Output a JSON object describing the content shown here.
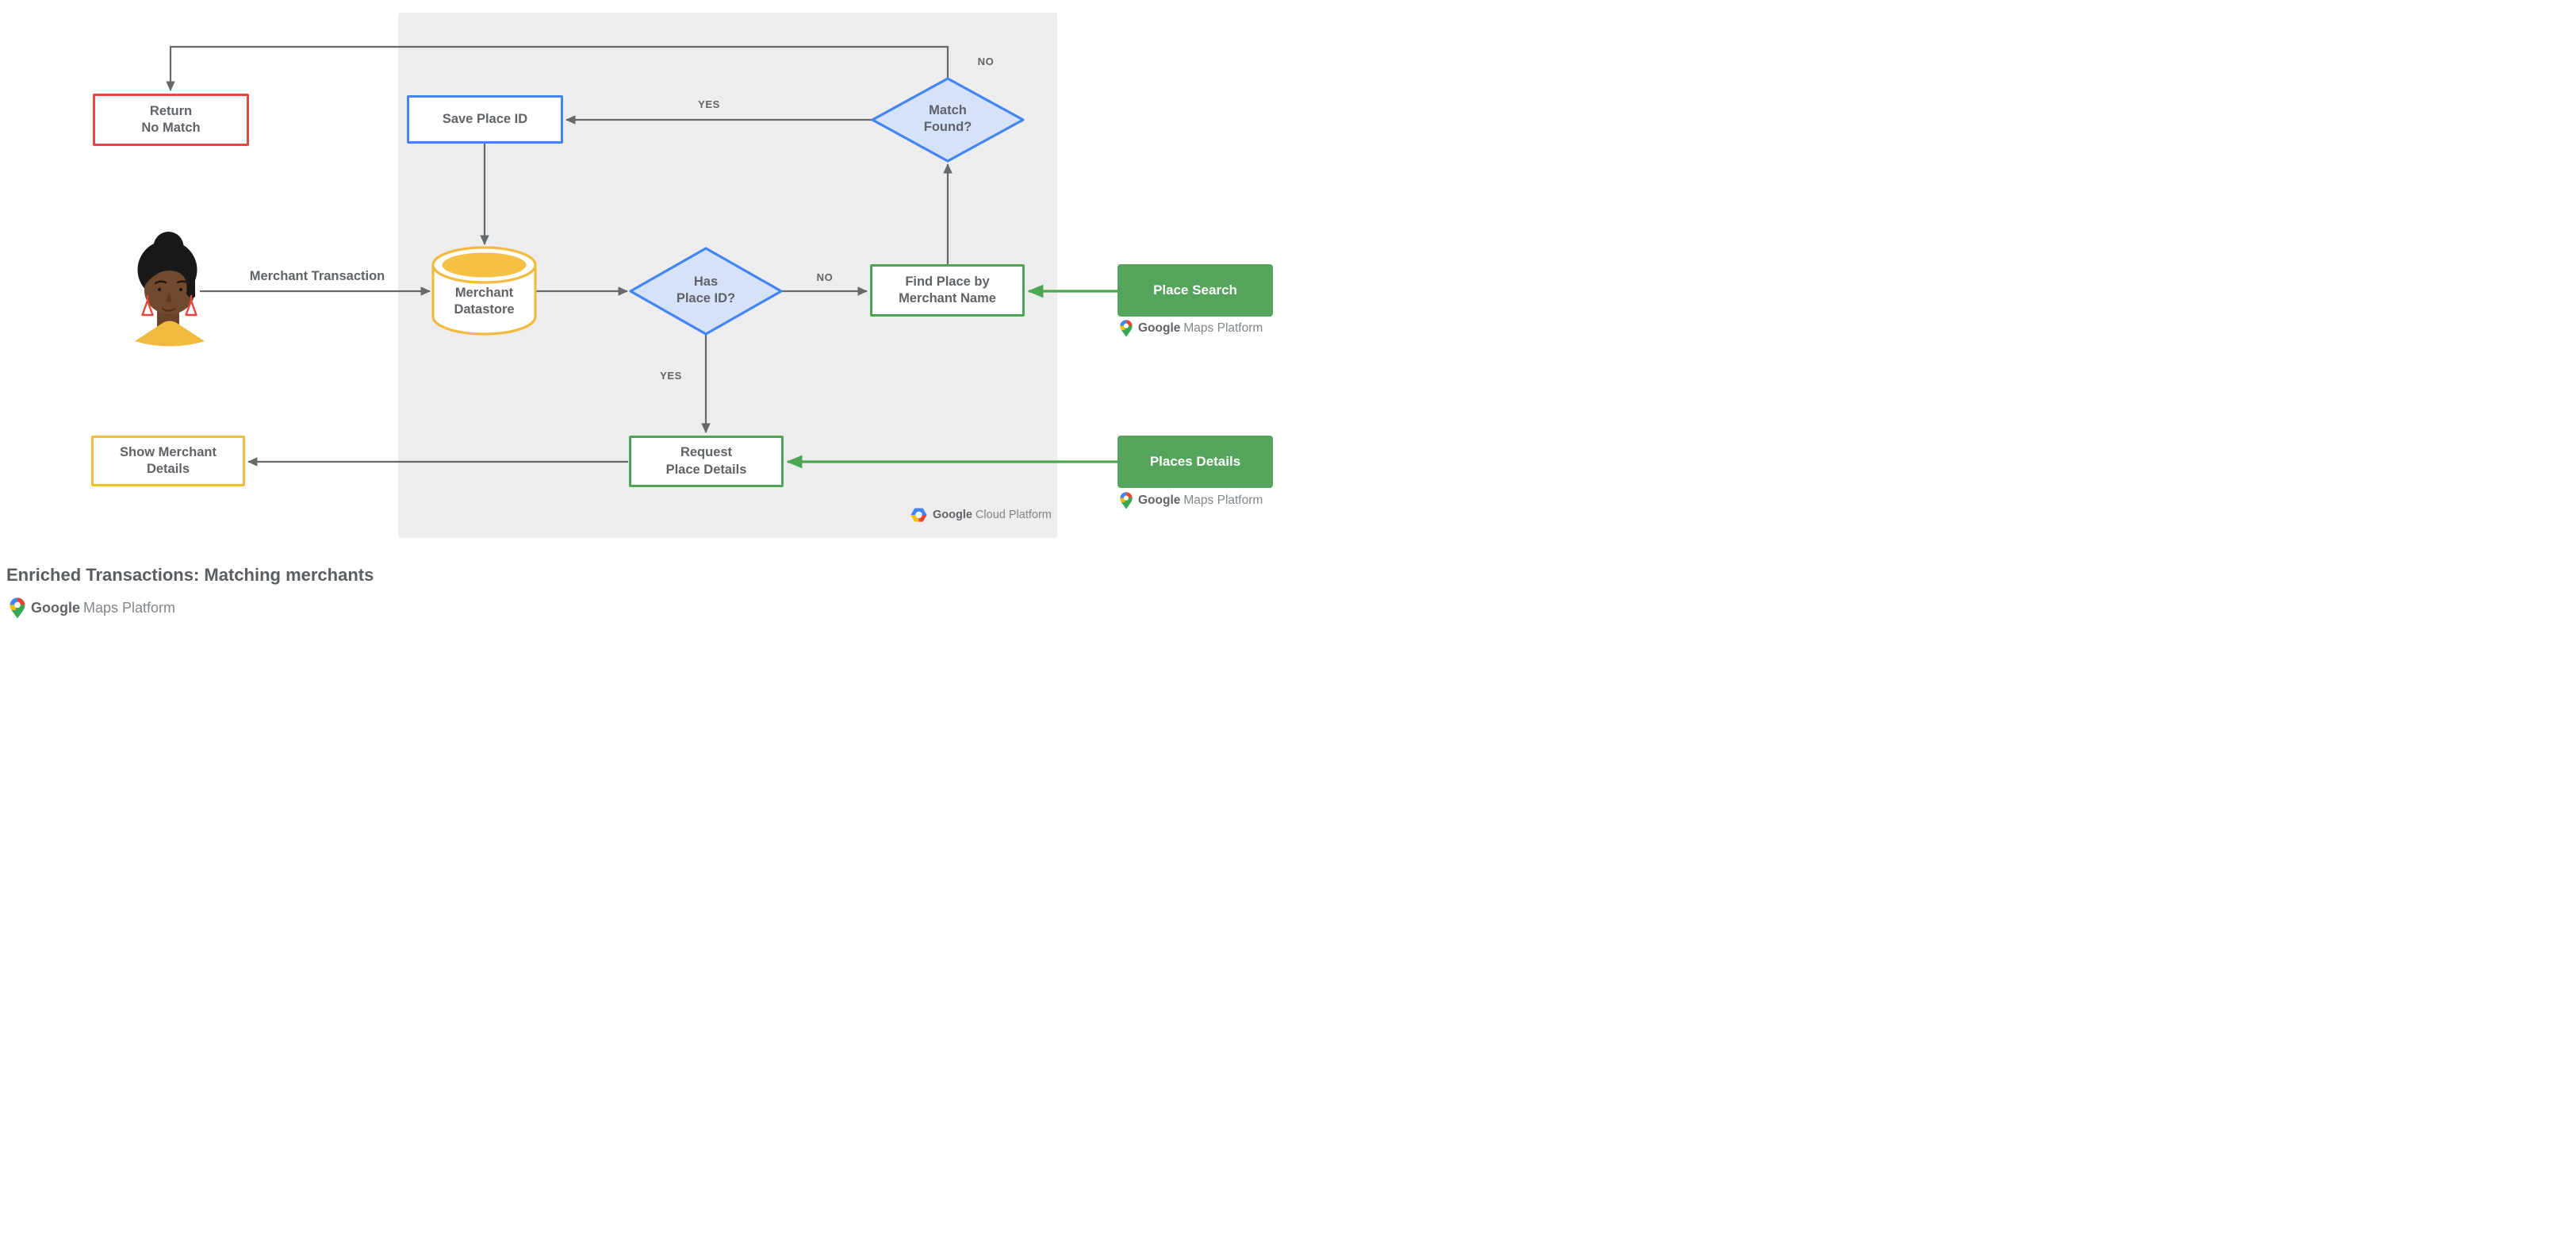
{
  "title": "Enriched Transactions: Matching merchants",
  "nodes": {
    "return_no_match": {
      "label": "Return\nNo Match"
    },
    "save_place_id": {
      "label": "Save Place ID"
    },
    "match_found": {
      "label": "Match\nFound?"
    },
    "merchant_datastore": {
      "label": "Merchant\nDatastore"
    },
    "has_place_id": {
      "label": "Has\nPlace ID?"
    },
    "find_place_by_merchant_name": {
      "label": "Find Place by\nMerchant Name"
    },
    "request_place_details": {
      "label": "Request\nPlace Details"
    },
    "show_merchant_details": {
      "label": "Show Merchant\nDetails"
    },
    "place_search": {
      "label": "Place Search"
    },
    "places_details": {
      "label": "Places Details"
    }
  },
  "edge_labels": {
    "no_top": "NO",
    "yes_top": "YES",
    "no_mid": "NO",
    "yes_mid": "YES",
    "merchant_transaction": "Merchant Transaction"
  },
  "logos": {
    "maps": {
      "google": "Google",
      "rest": "Maps Platform"
    },
    "cloud": {
      "google": "Google",
      "rest": "Cloud Platform"
    }
  },
  "icons": {
    "maps_pin": "google-maps-pin",
    "cloud_hexagon": "google-cloud-hexagon",
    "avatar": "person-user"
  },
  "colors": {
    "red": "#E5473C",
    "blue": "#4285F4",
    "blue_fill": "#D6E2FA",
    "yellow": "#F3BA40",
    "green": "#4CA552",
    "green_fill": "#55A45C",
    "panel_gray": "#EDEDED",
    "line_gray": "#66696C",
    "text_gray": "#5F6368"
  }
}
